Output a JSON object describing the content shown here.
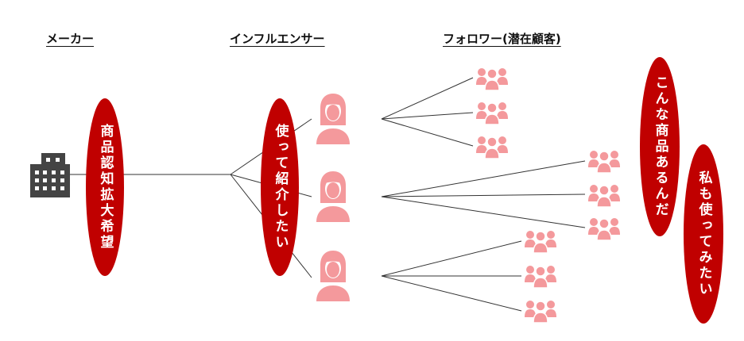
{
  "headers": {
    "maker": "メーカー",
    "influencer": "インフルエンサー",
    "follower": "フォロワー(潜在顧客)"
  },
  "bubbles": {
    "maker": "商品認知拡大希望",
    "influencer": "使って紹介したい",
    "follower_1": "こんな商品あるんだ",
    "follower_2": "私も使ってみたい"
  },
  "colors": {
    "bubble": "#c00000",
    "person": "#f4999c",
    "building": "#444444",
    "line": "#333333"
  },
  "icons": {
    "company": "building-icon",
    "influencer": "woman-icon",
    "follower": "group-icon"
  }
}
